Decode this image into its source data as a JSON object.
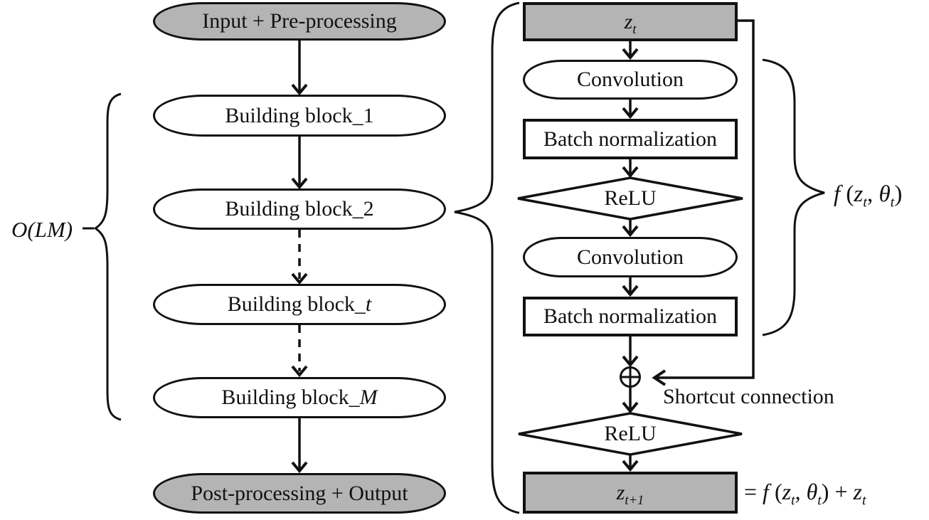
{
  "colors": {
    "node_fill_gray": "#b4b4b4",
    "node_fill_white": "#ffffff",
    "stroke": "#111111",
    "background": "#ffffff"
  },
  "left_flow": {
    "complexity_label": "O(LM)",
    "nodes": [
      {
        "label": [
          {
            "t": "Input + Pre-processing"
          }
        ]
      },
      {
        "label": [
          {
            "t": "Building block_1"
          }
        ]
      },
      {
        "label": [
          {
            "t": "Building block_2"
          }
        ]
      },
      {
        "label": [
          {
            "t": "Building block_"
          },
          {
            "t": "t",
            "i": true
          }
        ]
      },
      {
        "label": [
          {
            "t": "Building block_"
          },
          {
            "t": "M",
            "i": true
          }
        ]
      },
      {
        "label": [
          {
            "t": "Post-processing + Output"
          }
        ]
      }
    ]
  },
  "right_flow": {
    "nodes": [
      {
        "label": [
          {
            "t": "z",
            "i": true
          },
          {
            "t": "t",
            "i": true,
            "sub": true
          }
        ]
      },
      {
        "label": [
          {
            "t": "Convolution"
          }
        ]
      },
      {
        "label": [
          {
            "t": "Batch normalization"
          }
        ]
      },
      {
        "label": [
          {
            "t": "ReLU"
          }
        ]
      },
      {
        "label": [
          {
            "t": "Convolution"
          }
        ]
      },
      {
        "label": [
          {
            "t": "Batch normalization"
          }
        ]
      },
      {
        "label": [
          {
            "t": "ReLU"
          }
        ]
      },
      {
        "label": [
          {
            "t": "z",
            "i": true
          },
          {
            "t": "t+1",
            "i": true,
            "sub": true
          }
        ]
      }
    ],
    "function_label": [
      {
        "t": "f",
        "i": true
      },
      {
        "t": " ("
      },
      {
        "t": "z",
        "i": true
      },
      {
        "t": "t",
        "i": true,
        "sub": true
      },
      {
        "t": ", "
      },
      {
        "t": "θ",
        "i": true
      },
      {
        "t": "t",
        "i": true,
        "sub": true
      },
      {
        "t": ")"
      }
    ],
    "shortcut_label": "Shortcut connection",
    "equation": [
      {
        "t": "= "
      },
      {
        "t": "f",
        "i": true
      },
      {
        "t": " ("
      },
      {
        "t": "z",
        "i": true
      },
      {
        "t": "t",
        "i": true,
        "sub": true
      },
      {
        "t": ", "
      },
      {
        "t": "θ",
        "i": true
      },
      {
        "t": "t",
        "i": true,
        "sub": true
      },
      {
        "t": ") + "
      },
      {
        "t": "z",
        "i": true
      },
      {
        "t": "t",
        "i": true,
        "sub": true
      }
    ]
  }
}
